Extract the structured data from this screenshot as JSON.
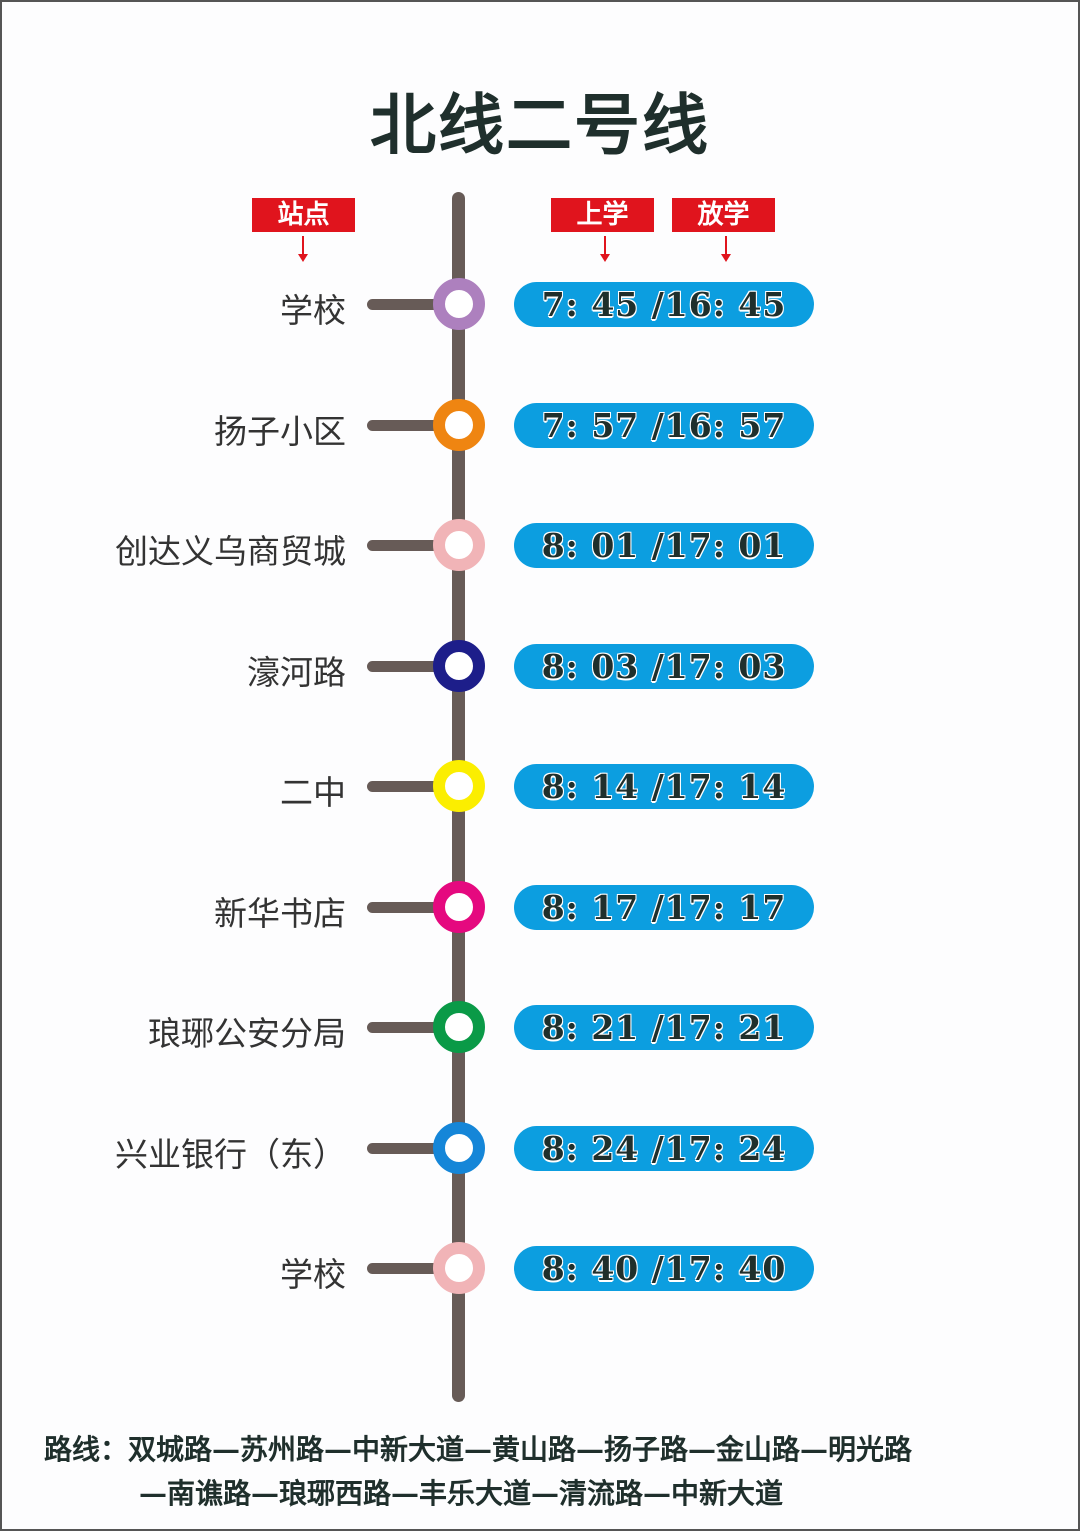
{
  "title": "北线二号线",
  "headers": {
    "station": "站点",
    "to_school": "上学",
    "from_school": "放学"
  },
  "colors": {
    "header_red": "#e0141d",
    "line_gray": "#675b57",
    "pill_blue": "#0c9ee0"
  },
  "stations": [
    {
      "name": "学校",
      "times": "7: 45 /16: 45",
      "color": "#ad80be"
    },
    {
      "name": "扬子小区",
      "times": "7: 57 /16: 57",
      "color": "#ef8511"
    },
    {
      "name": "创达义乌商贸城",
      "times": "8: 01 /17: 01",
      "color": "#f1b4b7"
    },
    {
      "name": "濠河路",
      "times": "8: 03 /17: 03",
      "color": "#1d1e8a"
    },
    {
      "name": "二中",
      "times": "8: 14 /17: 14",
      "color": "#fbee00"
    },
    {
      "name": "新华书店",
      "times": "8: 17 /17: 17",
      "color": "#e5097f"
    },
    {
      "name": "琅琊公安分局",
      "times": "8: 21 /17: 21",
      "color": "#0a9a47"
    },
    {
      "name": "兴业银行（东）",
      "times": "8: 24 /17: 24",
      "color": "#1586d8"
    },
    {
      "name": "学校",
      "times": "8: 40 /17: 40",
      "color": "#f1b4b7"
    }
  ],
  "route": {
    "label": "路线：",
    "line1": "双城路—苏州路—中新大道—黄山路—扬子路—金山路—明光路",
    "line2": "—南谯路—琅琊西路—丰乐大道—清流路—中新大道"
  }
}
